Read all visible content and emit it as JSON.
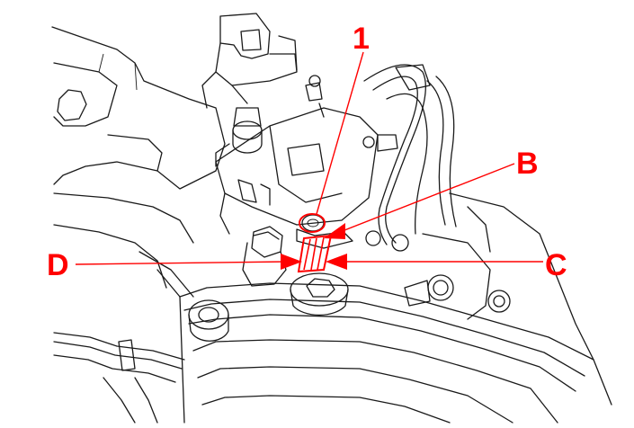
{
  "colors": {
    "callout": "#ff0000",
    "linework": "#1a1a1a",
    "background": "#ffffff"
  },
  "callouts": {
    "label_1": "1",
    "label_b": "B",
    "label_c": "C",
    "label_d": "D"
  }
}
